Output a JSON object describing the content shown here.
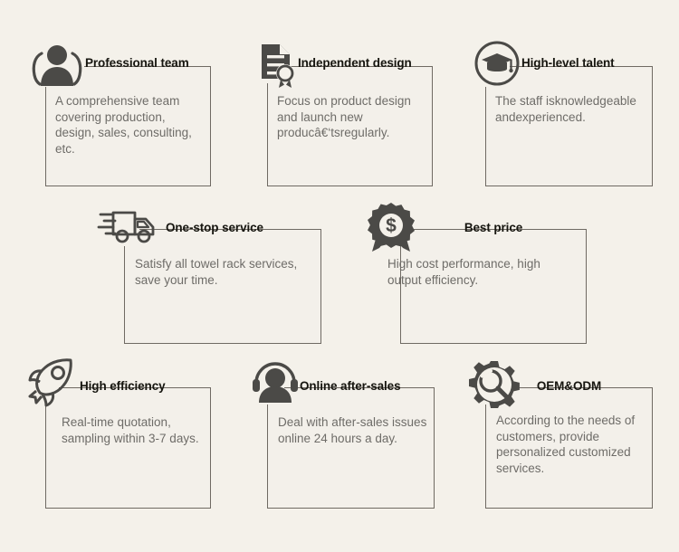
{
  "page": {
    "background_color": "#f4f1ea",
    "card_background_color": "#f3f0ea",
    "card_border_color": "#6f6a63",
    "title_color": "#16150f",
    "body_text_color": "#6e6c68"
  },
  "cards": [
    {
      "icon": "users-group-icon",
      "title": "Professional team",
      "description": "A comprehensive team covering production, design, sales, consulting, etc.",
      "title_align": "left"
    },
    {
      "icon": "certificate-document-icon",
      "title": "Independent design",
      "description": "Focus on product design and launch new producâ€‘tsregularly.",
      "title_align": "left"
    },
    {
      "icon": "graduation-cap-icon",
      "title": "High-level talent",
      "description": "The staff isknowledgeable andexperienced.",
      "title_align": "left"
    },
    {
      "icon": "delivery-truck-icon",
      "title": "One-stop service",
      "description": "Satisfy all towel rack services, save your time.",
      "title_align": "left"
    },
    {
      "icon": "price-badge-icon",
      "title": "Best price",
      "description": "High cost performance, high output efficiency.",
      "title_align": "center"
    },
    {
      "icon": "rocket-icon",
      "title": "High efficiency",
      "description": "Real-time quotation, sampling within 3-7 days.",
      "title_align": "left"
    },
    {
      "icon": "headset-support-icon",
      "title": "Online after-sales",
      "description": "Deal with after-sales issues online 24 hours a day.",
      "title_align": "left"
    },
    {
      "icon": "gear-search-icon",
      "title": "OEM&ODM",
      "description": "According to the needs of customers, provide personalized customized services.",
      "title_align": "center"
    }
  ]
}
